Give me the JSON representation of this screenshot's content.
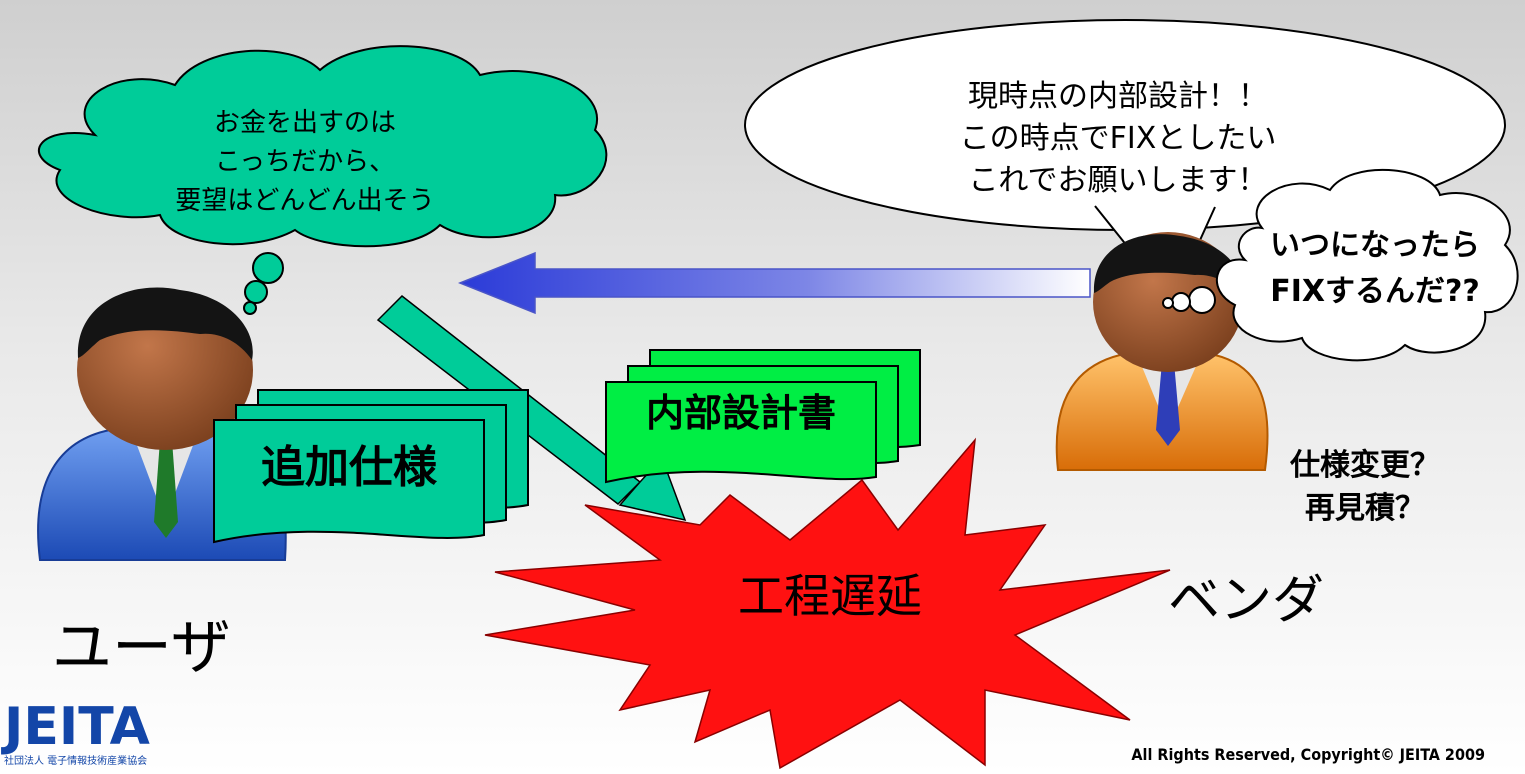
{
  "user_thought": {
    "lines": [
      "お金を出すのは",
      "こっちだから、",
      "要望はどんどん出そう"
    ]
  },
  "vendor_speech": {
    "lines": [
      "現時点の内部設計！！",
      "この時点でFIXとしたい",
      "これでお願いします！"
    ]
  },
  "vendor_thought": {
    "lines": [
      "いつになったら",
      "FIXするんだ??"
    ]
  },
  "doc_additional_spec": "追加仕様",
  "doc_internal_design": "内部設計書",
  "burst_label": "工程遅延",
  "vendor_question": {
    "lines": [
      "仕様変更？",
      "再見積？"
    ]
  },
  "user_label": "ユーザ",
  "vendor_label": "ベンダ",
  "logo": {
    "text": "JEITA",
    "subtext": "社団法人 電子情報技術産業協会"
  },
  "copyright": "All Rights Reserved, Copyright© JEITA 2009",
  "colors": {
    "teal": "#00cc99",
    "green": "#00ee44",
    "red": "#ff1111",
    "blue": "#3344dd",
    "user_suit": "#2a5fd0",
    "vendor_suit": "#f0901c"
  }
}
